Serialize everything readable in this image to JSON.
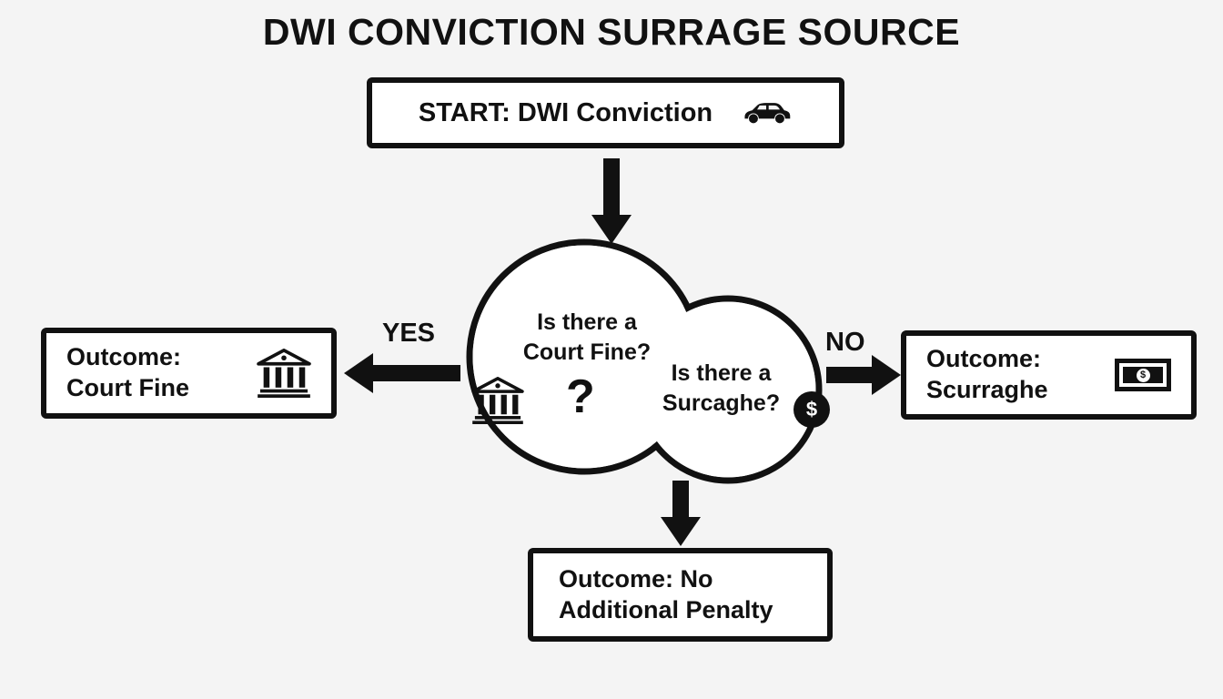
{
  "title": "DWI CONVICTION SURRAGE SOURCE",
  "start_box": {
    "label": "START: DWI Conviction"
  },
  "decision_cloud": {
    "court_fine_question": {
      "line1": "Is there a",
      "line2": "Court Fine?"
    },
    "surcharge_question": {
      "line1": "Is there a",
      "line2": "Surcaghe?"
    },
    "question_mark": "?",
    "dollar_sign": "$"
  },
  "edges": {
    "yes": "YES",
    "no": "NO"
  },
  "outcome_left": {
    "line1": "Outcome:",
    "line2": "Court Fine"
  },
  "outcome_right": {
    "line1": "Outcome:",
    "line2": "Scurraghe"
  },
  "outcome_bottom": {
    "line1": "Outcome: No",
    "line2": "Additional Penalty"
  },
  "icons": {
    "dollar": "$"
  },
  "colors": {
    "ink": "#111111",
    "background": "#f4f4f4",
    "box_fill": "#ffffff"
  }
}
